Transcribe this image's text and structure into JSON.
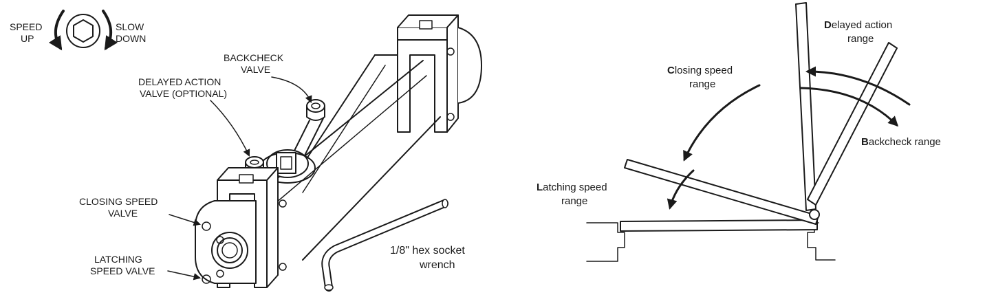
{
  "left_diagram": {
    "adjust_legend": {
      "left_line1": "SPEED",
      "left_line2": "UP",
      "right_line1": "SLOW",
      "right_line2": "DOWN"
    },
    "labels": {
      "backcheck_line1": "BACKCHECK",
      "backcheck_line2": "VALVE",
      "delayed_line1": "DELAYED ACTION",
      "delayed_line2": "VALVE (OPTIONAL)",
      "closing_line1": "CLOSING SPEED",
      "closing_line2": "VALVE",
      "latching_line1": "LATCHING",
      "latching_line2": "SPEED VALVE",
      "wrench_line1": "1/8\" hex socket",
      "wrench_line2": "wrench"
    }
  },
  "right_diagram": {
    "delayed": {
      "initial": "D",
      "rest": "elayed action",
      "line2": "range"
    },
    "closing": {
      "initial": "C",
      "rest": "losing speed",
      "line2": "range"
    },
    "backcheck": {
      "initial": "B",
      "rest": "ackcheck range"
    },
    "latching": {
      "initial": "L",
      "rest": "atching speed",
      "line2": "range"
    }
  }
}
